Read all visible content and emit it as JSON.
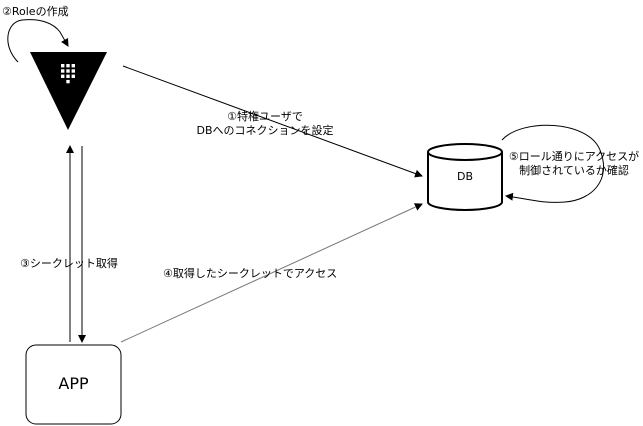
{
  "labels": {
    "step2": "②Roleの作成",
    "step1_line1": "①特権ユーザで",
    "step1_line2": "DBへのコネクションを設定",
    "step5_line1": "⑤ロール通りにアクセスが",
    "step5_line2": "制御されているか確認",
    "step3": "③シークレット取得",
    "step4": "④取得したシークレットでアクセス"
  },
  "nodes": {
    "db": "DB",
    "app": "APP",
    "vault": "vault-logo-icon"
  },
  "colors": {
    "stroke": "#000000",
    "thin_line": "#777777",
    "fill": "#ffffff",
    "logo": "#000000"
  }
}
